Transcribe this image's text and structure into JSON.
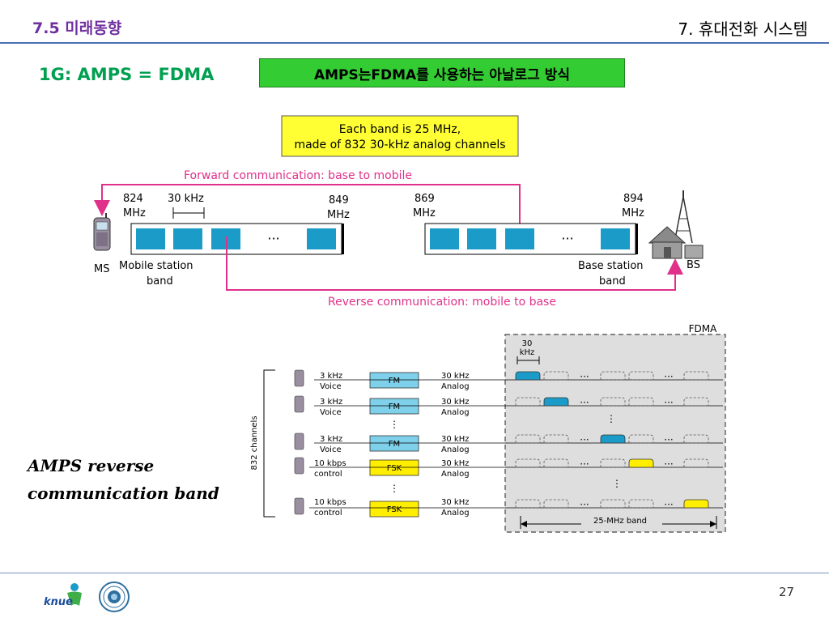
{
  "header": {
    "section": "7.5 미래동향",
    "chapter": "7. 휴대전화 시스템"
  },
  "title": "1G: AMPS = FDMA",
  "highlight": "AMPS는FDMA를 사용하는 아날로그 방식",
  "band_diagram": {
    "note_line1": "Each band is 25 MHz,",
    "note_line2": "made of 832 30-kHz analog channels",
    "forward_label": "Forward communication: base to mobile",
    "reverse_label": "Reverse communication: mobile to base",
    "f824_value": "824",
    "f824_unit": "MHz",
    "channel_width": "30 kHz",
    "f849_value": "849",
    "f849_unit": "MHz",
    "f869_value": "869",
    "f869_unit": "MHz",
    "f894_value": "894",
    "f894_unit": "MHz",
    "ms_label": "MS",
    "mobile_band_line1": "Mobile station",
    "mobile_band_line2": "band",
    "base_band_line1": "Base station",
    "base_band_line2": "band",
    "bs_label": "BS",
    "ellipsis": "···"
  },
  "fdma": {
    "title": "FDMA",
    "slot_width_line1": "30",
    "slot_width_line2": "kHz",
    "side_label": "832 channels",
    "band_label": "25-MHz band",
    "ellipsis": "···",
    "vdots": "⋮",
    "rows": [
      {
        "rate": "3 kHz",
        "type": "Voice",
        "mod": "FM",
        "out1": "30 kHz",
        "out2": "Analog"
      },
      {
        "rate": "3 kHz",
        "type": "Voice",
        "mod": "FM",
        "out1": "30 kHz",
        "out2": "Analog"
      },
      {
        "rate": "3 kHz",
        "type": "Voice",
        "mod": "FM",
        "out1": "30 kHz",
        "out2": "Analog"
      },
      {
        "rate": "10 kbps",
        "type": "control",
        "mod": "FSK",
        "out1": "30 kHz",
        "out2": "Analog"
      },
      {
        "rate": "10 kbps",
        "type": "control",
        "mod": "FSK",
        "out1": "30 kHz",
        "out2": "Analog"
      }
    ]
  },
  "caption_line1": "AMPS reverse",
  "caption_line2": "communication band",
  "page_number": "27",
  "colors": {
    "channel": "#1b9bc8",
    "forward": "#e0308a",
    "fm_box": "#7fd0ea",
    "fsk_box": "#ffee00",
    "fdma_panel": "#dedede",
    "title_green": "#00a050",
    "section_purple": "#7030a0"
  }
}
